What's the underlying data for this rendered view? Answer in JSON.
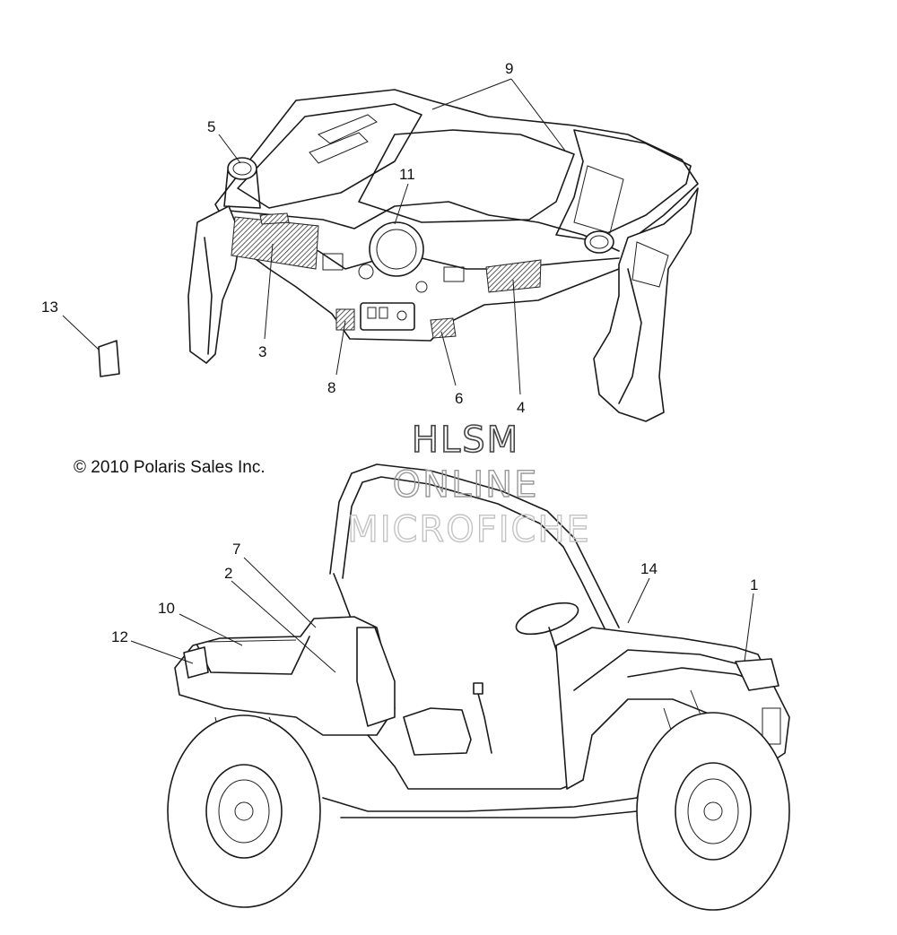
{
  "copyright": "© 2010 Polaris Sales Inc.",
  "watermark": {
    "line1": "HLSM",
    "line2": "ONLINE",
    "line3": "MICROFICHE"
  },
  "callouts": {
    "c1": "1",
    "c2": "2",
    "c3": "3",
    "c4": "4",
    "c5": "5",
    "c6": "6",
    "c7": "7",
    "c8": "8",
    "c9": "9",
    "c10": "10",
    "c11": "11",
    "c12": "12",
    "c13": "13",
    "c14": "14"
  }
}
